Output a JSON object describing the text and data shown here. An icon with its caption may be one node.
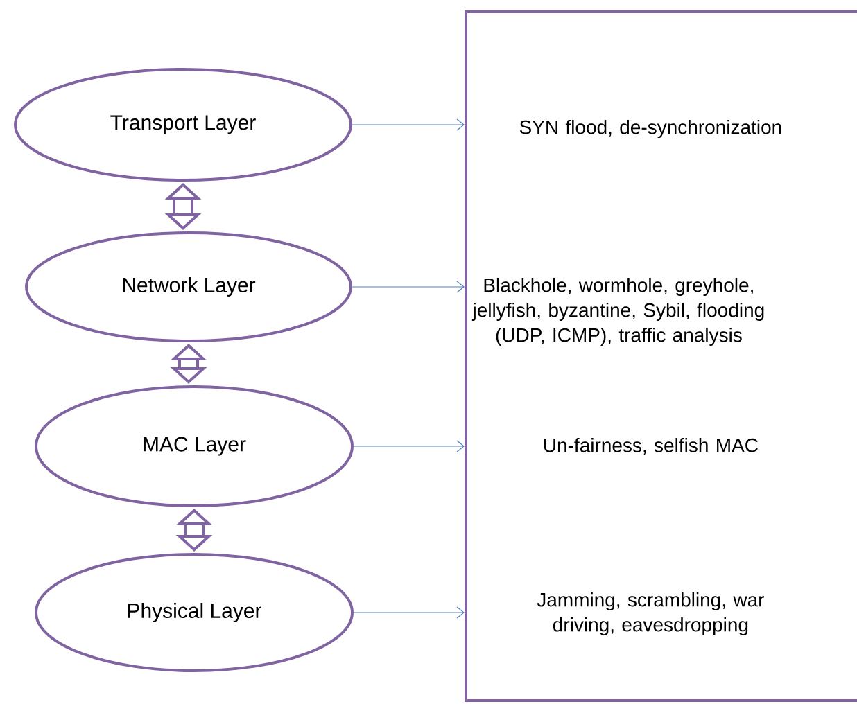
{
  "diagram": {
    "nodes": [
      {
        "text": [
          "Transport Layer"
        ]
      },
      {
        "text": [
          "Network Layer"
        ]
      },
      {
        "text": [
          "MAC Layer"
        ]
      },
      {
        "text": [
          "Physical Layer"
        ]
      },
      {
        "text": [],
        "shape": "box"
      },
      {
        "text": [
          "SYN flood, de-synchronization"
        ],
        "in": 4
      },
      {
        "text": [
          "Blackhole, wormhole, greyhole, jellyfish, byzantine, Sybil, flooding (UDP, ICMP), traffic analysis"
        ],
        "in": 4
      },
      {
        "text": [
          "Un-fairness, selfish MAC"
        ],
        "in": 4
      },
      {
        "text": [
          "Jamming, scrambling, war driving, eavesdropping"
        ],
        "in": 4
      }
    ],
    "edges": [
      {
        "from": 0,
        "to": 5,
        "arrow": "to"
      },
      {
        "from": 1,
        "to": 6,
        "arrow": "to"
      },
      {
        "from": 2,
        "to": 7,
        "arrow": "to"
      },
      {
        "from": 3,
        "to": 8,
        "arrow": "to"
      },
      {
        "from": 0,
        "to": 1,
        "arrow": "both",
        "style": "thick",
        "color": "#8064a2"
      },
      {
        "from": 1,
        "to": 2,
        "arrow": "both",
        "style": "thick",
        "color": "#8064a2"
      },
      {
        "from": 2,
        "to": 3,
        "arrow": "both",
        "style": "thick",
        "color": "#8064a2"
      }
    ]
  }
}
